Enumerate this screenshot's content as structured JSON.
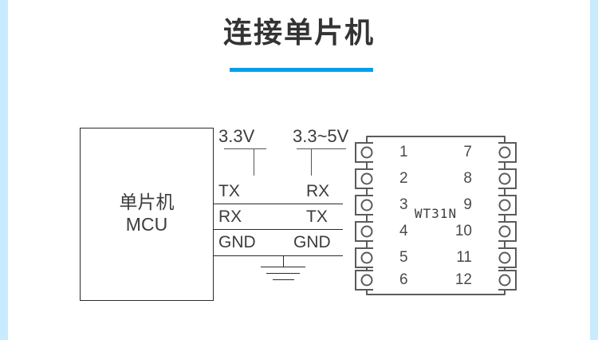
{
  "page": {
    "title": "连接单片机",
    "accent_color": "#00a0e9",
    "edge_strip_color": "#c8ecfd",
    "line_color": "#2b2b2b",
    "chip_outline_color": "#5b5b5b"
  },
  "mcu": {
    "label_cn": "单片机",
    "label_en": "MCU"
  },
  "power_labels": {
    "left": "3.3V",
    "right": "3.3~5V"
  },
  "signals": [
    {
      "left": "TX",
      "right": "RX"
    },
    {
      "left": "RX",
      "right": "TX"
    },
    {
      "left": "GND",
      "right": "GND"
    }
  ],
  "ground_symbol": "earth-ground",
  "module": {
    "name": "WT31N",
    "pins_left": [
      "1",
      "2",
      "3",
      "4",
      "5",
      "6"
    ],
    "pins_right": [
      "7",
      "8",
      "9",
      "10",
      "11",
      "12"
    ]
  }
}
